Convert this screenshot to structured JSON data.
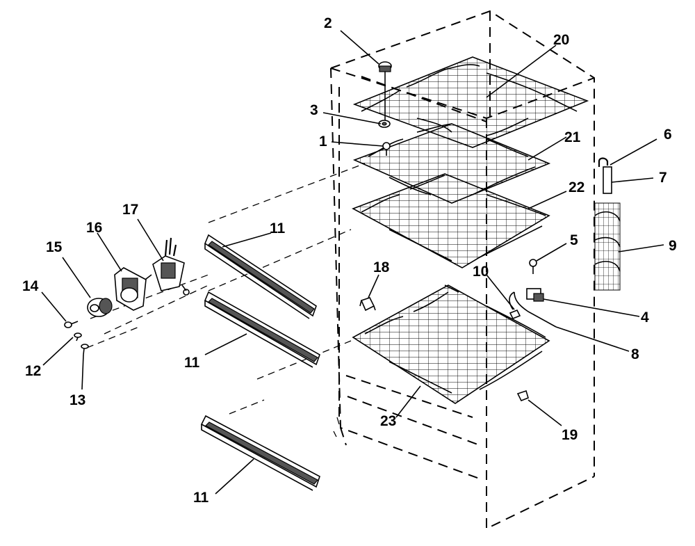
{
  "callouts": {
    "c1": "1",
    "c2": "2",
    "c3": "3",
    "c4": "4",
    "c5": "5",
    "c6": "6",
    "c7": "7",
    "c8": "8",
    "c9": "9",
    "c10": "10",
    "c11a": "11",
    "c11b": "11",
    "c11c": "11",
    "c12": "12",
    "c13": "13",
    "c14": "14",
    "c15": "15",
    "c16": "16",
    "c17": "17",
    "c18": "18",
    "c19": "19",
    "c20": "20",
    "c21": "21",
    "c22": "22",
    "c23": "23"
  },
  "parts": [
    {
      "id": "1",
      "icon": "screw-icon"
    },
    {
      "id": "2",
      "icon": "bumper-icon"
    },
    {
      "id": "3",
      "icon": "clip-icon"
    },
    {
      "id": "4",
      "icon": "connector-icon"
    },
    {
      "id": "5",
      "icon": "screw-icon"
    },
    {
      "id": "6",
      "icon": "hinge-pin-icon"
    },
    {
      "id": "7",
      "icon": "tube-icon"
    },
    {
      "id": "8",
      "icon": "wire-icon"
    },
    {
      "id": "9",
      "icon": "condenser-coil-icon"
    },
    {
      "id": "10",
      "icon": "clip-icon"
    },
    {
      "id": "11",
      "icon": "shelf-rail-icon"
    },
    {
      "id": "12",
      "icon": "clip-icon"
    },
    {
      "id": "13",
      "icon": "clip-icon"
    },
    {
      "id": "14",
      "icon": "screw-icon"
    },
    {
      "id": "15",
      "icon": "control-knob-icon"
    },
    {
      "id": "16",
      "icon": "control-bracket-icon"
    },
    {
      "id": "17",
      "icon": "thermostat-icon"
    },
    {
      "id": "18",
      "icon": "clip-icon"
    },
    {
      "id": "19",
      "icon": "clip-icon"
    },
    {
      "id": "20",
      "icon": "evaporator-shelf-icon"
    },
    {
      "id": "21",
      "icon": "evaporator-shelf-icon"
    },
    {
      "id": "22",
      "icon": "evaporator-shelf-icon"
    },
    {
      "id": "23",
      "icon": "evaporator-shelf-icon"
    }
  ]
}
